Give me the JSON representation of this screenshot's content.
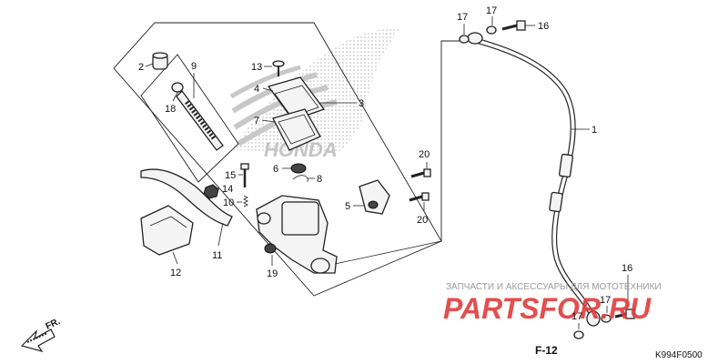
{
  "callouts": {
    "c1": "1",
    "c2": "2",
    "c3": "3",
    "c4": "4",
    "c5": "5",
    "c6": "6",
    "c7": "7",
    "c8": "8",
    "c9": "9",
    "c10": "10",
    "c11": "11",
    "c12": "12",
    "c13": "13",
    "c14": "14",
    "c15": "15",
    "c16a": "16",
    "c16b": "16",
    "c17a": "17",
    "c17b": "17",
    "c17c": "17",
    "c17d": "17",
    "c18": "18",
    "c19": "19",
    "c20a": "20",
    "c20b": "20"
  },
  "watermark": {
    "caption": "ЗАПЧАСТИ И АКСЕССУАРЫ ДЛЯ МОТОТЕХНИКИ",
    "logo": "PARTSFOR.RU",
    "brand": "HONDA"
  },
  "labels": {
    "direction": "FR.",
    "section_ref": "F-12",
    "diagram_code": "K994F0500"
  },
  "colors": {
    "watermark_red": "#e23b3b",
    "watermark_gray": "#bdbdbd",
    "line": "#222222"
  }
}
